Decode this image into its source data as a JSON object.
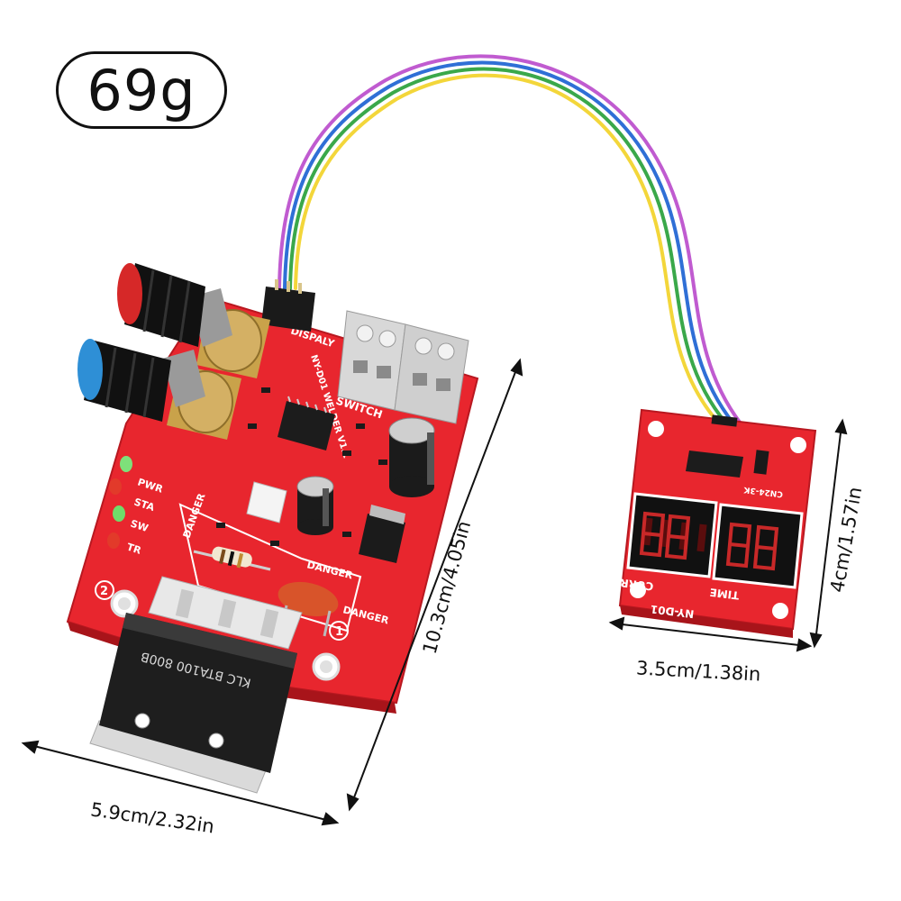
{
  "weight": "69g",
  "dimensions": {
    "main_width": "5.9cm/2.32in",
    "main_height": "10.3cm/4.05in",
    "display_width": "3.5cm/1.38in",
    "display_height": "4cm/1.57in"
  },
  "main_board": {
    "model": "NY-D01 WELDER V1.1",
    "label_display": "DISPALY",
    "label_switch": "SWITCH",
    "label_danger": "DANGER",
    "led_labels": [
      "PWR",
      "STA",
      "SW",
      "TR"
    ],
    "triac_text": "KLC BTA100 800B",
    "terminal_1": "1",
    "terminal_2": "2"
  },
  "display_board": {
    "model": "NY-D01",
    "label_current": "CURRENT",
    "label_time": "TIME",
    "chip_text": "CN24-3K"
  },
  "colors": {
    "pcb_red": "#e8262e",
    "pcb_dark": "#b81820",
    "knob_red": "#d62828",
    "knob_blue": "#2e8fd6",
    "wire_colors": [
      "#f3d63a",
      "#3aa84a",
      "#2f6fd6",
      "#c05bd0"
    ]
  }
}
